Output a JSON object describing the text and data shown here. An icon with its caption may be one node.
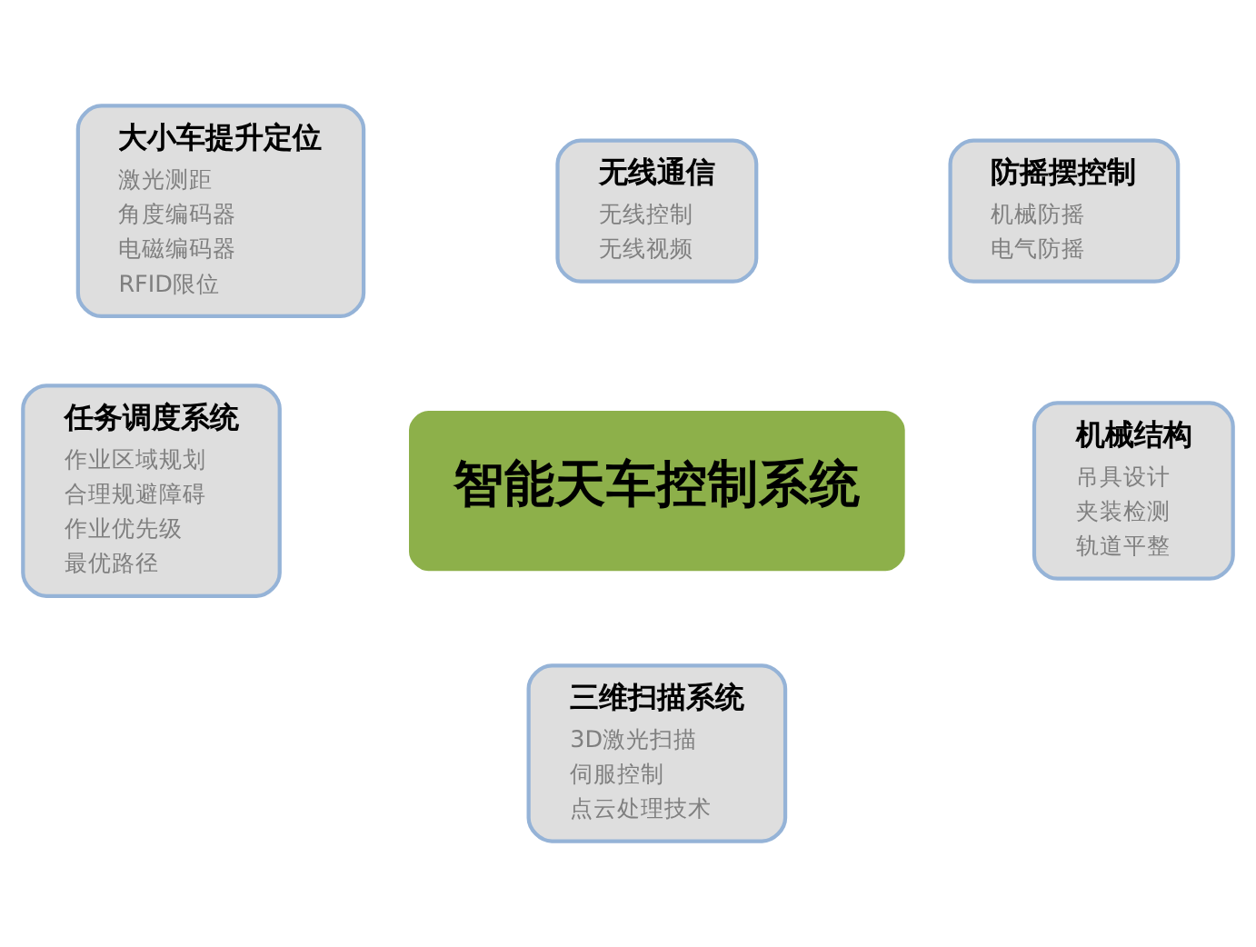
{
  "diagram": {
    "nodes": [
      {
        "text": [
          "无线通信",
          "无线控制",
          "无线视频"
        ]
      },
      {
        "text": [
          "大小车提升定位",
          "激光测距",
          "角度编码器",
          "电磁编码器",
          "RFID限位"
        ]
      },
      {
        "text": [
          "防摇摆控制",
          "机械防摇",
          "电气防摇"
        ]
      },
      {
        "text": [
          "智能天车控制系统"
        ]
      },
      {
        "text": [
          "任务调度系统",
          "作业区域规划",
          "合理规避障碍",
          "作业优先级",
          "最优路径"
        ]
      },
      {
        "text": [
          "机械结构",
          "吊具设计",
          "夹装检测",
          "轨道平整"
        ]
      },
      {
        "text": [
          "三维扫描系统",
          "3D激光扫描",
          "伺服控制",
          "点云处理技术"
        ]
      }
    ],
    "edges": []
  }
}
